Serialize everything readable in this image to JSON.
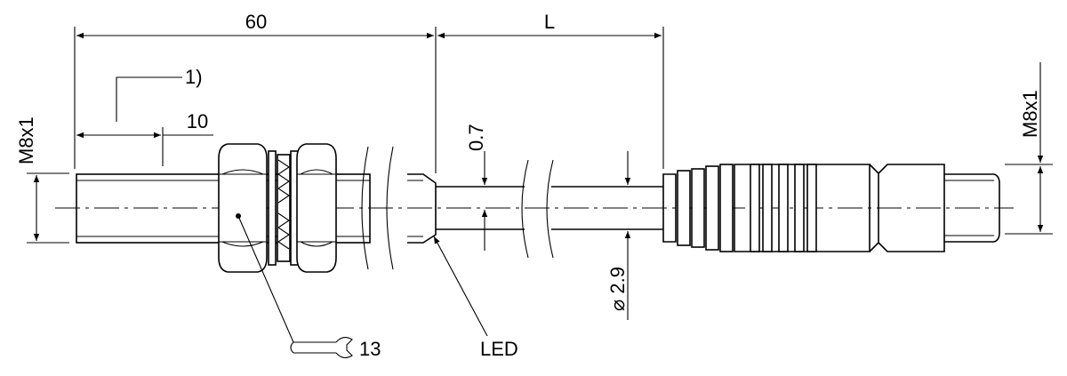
{
  "drawing": {
    "dims": {
      "body_length": "60",
      "cable_length": "L",
      "thread_length": "10",
      "led_offset": "0.7",
      "cable_diameter": "2.9",
      "diameter_symbol": "⌀",
      "thread_left": "M8x1",
      "thread_right": "M8x1",
      "wrench_size": "13"
    },
    "labels": {
      "footnote": "1)",
      "led": "LED"
    },
    "icons": [
      "wrench-icon",
      "diameter-symbol"
    ]
  }
}
